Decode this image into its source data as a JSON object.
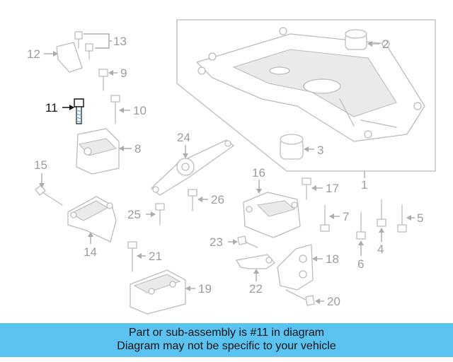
{
  "diagram": {
    "highlighted_part": "11",
    "callouts": [
      "1",
      "2",
      "3",
      "4",
      "5",
      "6",
      "7",
      "8",
      "9",
      "10",
      "11",
      "12",
      "13",
      "14",
      "15",
      "16",
      "17",
      "18",
      "19",
      "20",
      "21",
      "22",
      "23",
      "24",
      "25",
      "26"
    ]
  },
  "banner": {
    "line1": "Part or sub-assembly is #11 in diagram",
    "line2": "Diagram may not be specific to your vehicle",
    "background": "#5bc3f2"
  }
}
